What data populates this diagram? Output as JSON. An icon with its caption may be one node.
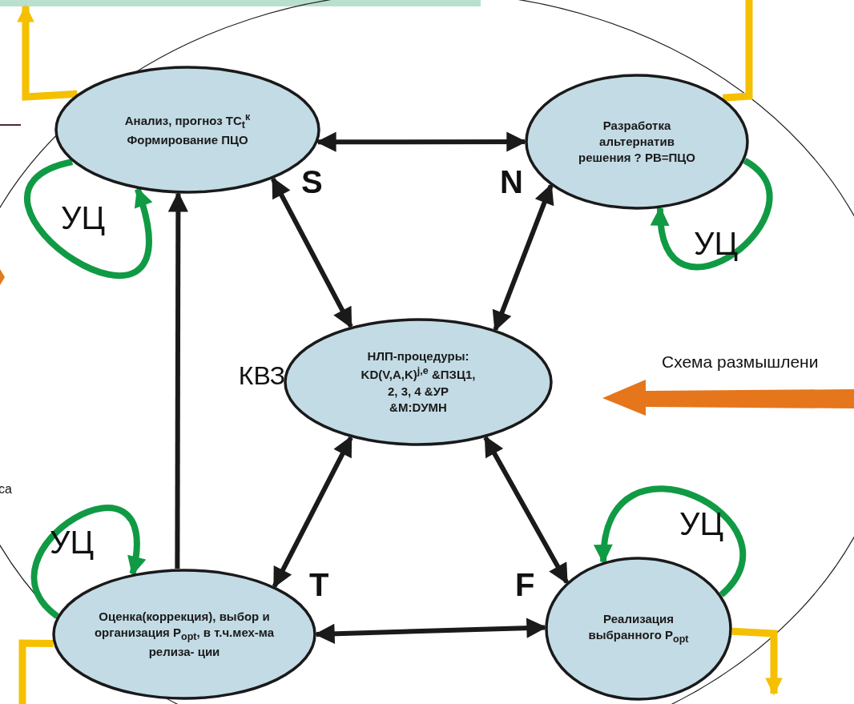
{
  "diagram": {
    "nodes": [
      {
        "text": [
          "Анализ, прогноз TC$_{t}$$^{к}$ Формирование ПЦО"
        ]
      },
      {
        "text": [
          "Разработка альтернатив решения ? РВ=ПЦО"
        ]
      },
      {
        "text": [
          "НЛП-процедуры: KD(V,A,K)$^{j,e}$ &ПЗЦ1, 2, 3, 4 &УР &М:DУМН"
        ],
        "beside": [
          "КВЗ"
        ]
      },
      {
        "text": [
          "Оценка(коррекция), выбор и организация P$_{opt}$, в т.ч.мех-ма релиза- ции"
        ]
      },
      {
        "text": [
          "Реализация выбранного P$_{opt}$"
        ]
      }
    ],
    "edges": [
      {
        "from": 0,
        "to": 1,
        "arrow": "both"
      },
      {
        "from": 0,
        "to": 2,
        "arrow": "both"
      },
      {
        "from": 1,
        "to": 2,
        "arrow": "both"
      },
      {
        "from": 3,
        "to": 0,
        "arrow": "to"
      },
      {
        "from": 2,
        "to": 3,
        "arrow": "both"
      },
      {
        "from": 2,
        "to": 4,
        "arrow": "both"
      },
      {
        "from": 3,
        "to": 4,
        "arrow": "both"
      },
      {
        "from": 0,
        "to": 0,
        "arrow": "to",
        "label": "УЦ",
        "color": "#109a44"
      },
      {
        "from": 1,
        "to": 1,
        "arrow": "to",
        "label": "УЦ",
        "color": "#109a44"
      },
      {
        "from": 3,
        "to": 3,
        "arrow": "to",
        "label": "УЦ",
        "color": "#109a44"
      },
      {
        "from": 4,
        "to": 4,
        "arrow": "to",
        "label": "УЦ",
        "color": "#109a44"
      },
      {
        "from": 0,
        "to": null,
        "arrow": "to",
        "color": "#f5c000"
      },
      {
        "from": 1,
        "to": null,
        "arrow": "none",
        "color": "#f5c000"
      },
      {
        "from": 3,
        "to": null,
        "arrow": "none",
        "color": "#f5c000"
      },
      {
        "from": 4,
        "to": null,
        "arrow": "to",
        "color": "#f5c000"
      }
    ],
    "labels": [
      "S",
      "N",
      "Схема размышлени",
      "T",
      "F",
      "са"
    ]
  }
}
